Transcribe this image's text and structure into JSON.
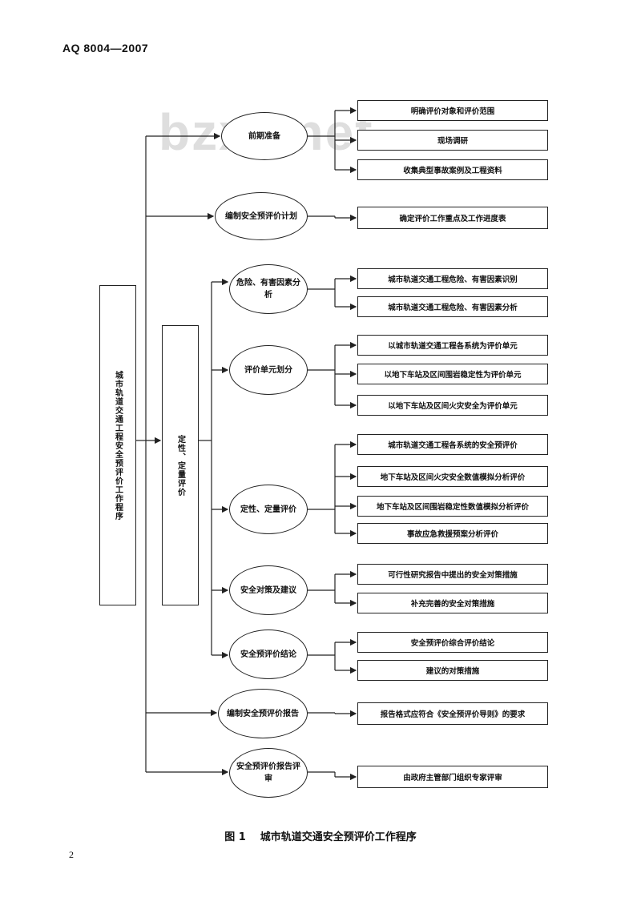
{
  "header": "AQ 8004—2007",
  "watermark": "bzxz.net",
  "root": "城市轨道交通工程安全预评价工作程序",
  "method_box": "定性、定量评价",
  "stages": [
    {
      "label": "前期准备",
      "items": [
        "明确评价对象和评价范围",
        "现场调研",
        "收集典型事故案例及工程资料"
      ]
    },
    {
      "label": "编制安全预评价计划",
      "items": [
        "确定评价工作重点及工作进度表"
      ]
    },
    {
      "label": "危险、有害因素分析",
      "items": [
        "城市轨道交通工程危险、有害因素识别",
        "城市轨道交通工程危险、有害因素分析"
      ]
    },
    {
      "label": "评价单元划分",
      "items": [
        "以城市轨道交通工程各系统为评价单元",
        "以地下车站及区间围岩稳定性为评价单元",
        "以地下车站及区间火灾安全为评价单元"
      ]
    },
    {
      "label": "定性、定量评价",
      "items": [
        "城市轨道交通工程各系统的安全预评价",
        "地下车站及区间火灾安全数值模拟分析评价",
        "地下车站及区间围岩稳定性数值模拟分析评价",
        "事故应急救援预案分析评价"
      ]
    },
    {
      "label": "安全对策及建议",
      "items": [
        "可行性研究报告中提出的安全对策措施",
        "补充完善的安全对策措施"
      ]
    },
    {
      "label": "安全预评价结论",
      "items": [
        "安全预评价综合评价结论",
        "建议的对策措施"
      ]
    },
    {
      "label": "编制安全预评价报告",
      "items": [
        "报告格式应符合《安全预评价导则》的要求"
      ]
    },
    {
      "label": "安全预评价报告评审",
      "items": [
        "由政府主管部门组织专家评审"
      ]
    }
  ],
  "caption": {
    "figure": "图 1",
    "title": "城市轨道交通安全预评价工作程序"
  },
  "page_number": "2"
}
